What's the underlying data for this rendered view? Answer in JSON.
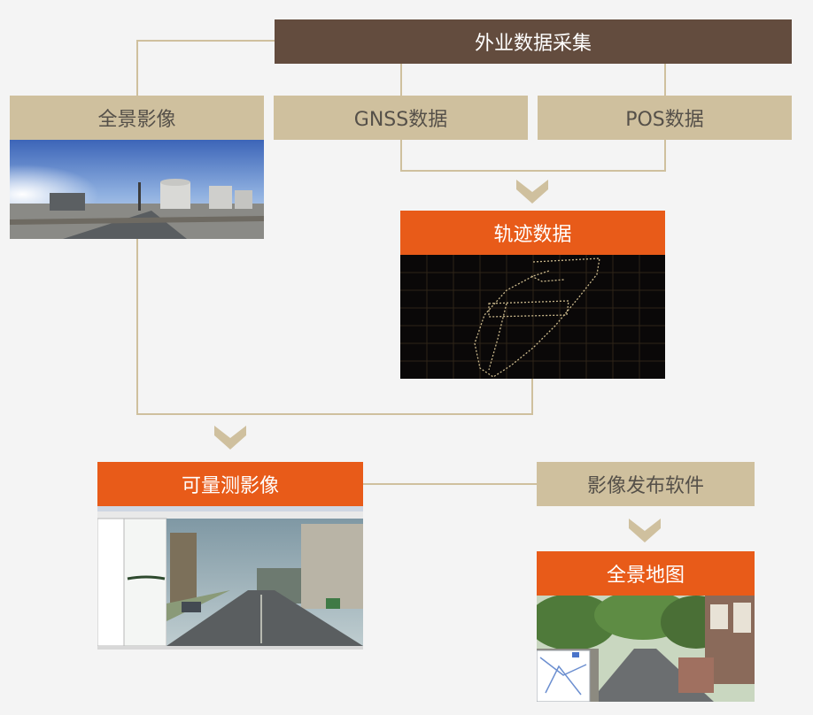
{
  "nodes": {
    "field_collection": "外业数据采集",
    "panorama_image": "全景影像",
    "gnss_data": "GNSS数据",
    "pos_data": "POS数据",
    "trajectory_data": "轨迹数据",
    "measurable_image": "可量测影像",
    "image_publish_software": "影像发布软件",
    "panorama_map": "全景地图"
  },
  "colors": {
    "brown": "#634c3e",
    "tan": "#cfc09e",
    "orange": "#e85b19",
    "line": "#cfc09e",
    "background": "#f4f4f4"
  }
}
